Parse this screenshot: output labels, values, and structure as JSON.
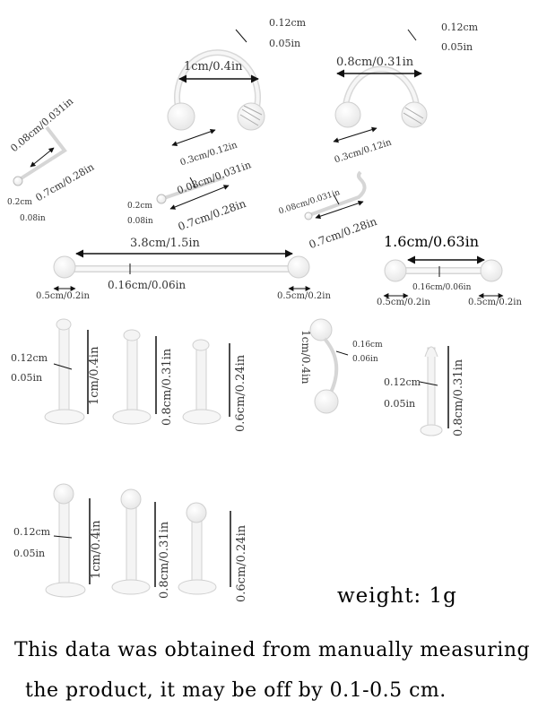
{
  "horseshoe_large": {
    "width": "1cm/0.4in",
    "gauge_cm": "0.12cm",
    "gauge_in": "0.05in",
    "ball": "0.3cm/0.12in"
  },
  "horseshoe_small": {
    "width": "0.8cm/0.31in",
    "gauge_cm": "0.12cm",
    "gauge_in": "0.05in",
    "ball": "0.3cm/0.12in"
  },
  "nose_l_shape": {
    "gauge": "0.08cm/0.031in",
    "length": "0.7cm/0.28in",
    "ball_cm": "0.2cm",
    "ball_in": "0.08in"
  },
  "nose_straight": {
    "gauge": "0.08cm/0.031in",
    "length": "0.7cm/0.28in",
    "ball_cm": "0.2cm",
    "ball_in": "0.08in"
  },
  "nose_screw": {
    "gauge": "0.08cm/0.031in",
    "length": "0.7cm/0.28in"
  },
  "industrial_barbell": {
    "length": "3.8cm/1.5in",
    "gauge": "0.16cm/0.06in",
    "ball_left": "0.5cm/0.2in",
    "ball_right": "0.5cm/0.2in"
  },
  "tongue_barbell": {
    "length": "1.6cm/0.63in",
    "gauge": "0.16cm/0.06in",
    "ball_left": "0.5cm/0.2in",
    "ball_right": "0.5cm/0.2in"
  },
  "labret_flat_row": {
    "gauge_cm": "0.12cm",
    "gauge_in": "0.05in",
    "sizes": [
      "1cm/0.4in",
      "0.8cm/0.31in",
      "0.6cm/0.24in"
    ]
  },
  "belly_curve": {
    "length": "1cm/0.4in",
    "gauge_cm": "0.16cm",
    "gauge_in": "0.06in"
  },
  "labret_thin": {
    "gauge_cm": "0.12cm",
    "gauge_in": "0.05in",
    "length": "0.8cm/0.31in"
  },
  "labret_ball_row": {
    "gauge_cm": "0.12cm",
    "gauge_in": "0.05in",
    "sizes": [
      "1cm/0.4in",
      "0.8cm/0.31in",
      "0.6cm/0.24in"
    ]
  },
  "weight": "weight: 1g",
  "note_line1": "This data was obtained from manually measuring",
  "note_line2": "the product, it may be off by 0.1-0.5 cm.",
  "colors": {
    "piece_fill": "#f7f7f7",
    "piece_edge": "#cfcfcf",
    "line": "#111111"
  }
}
